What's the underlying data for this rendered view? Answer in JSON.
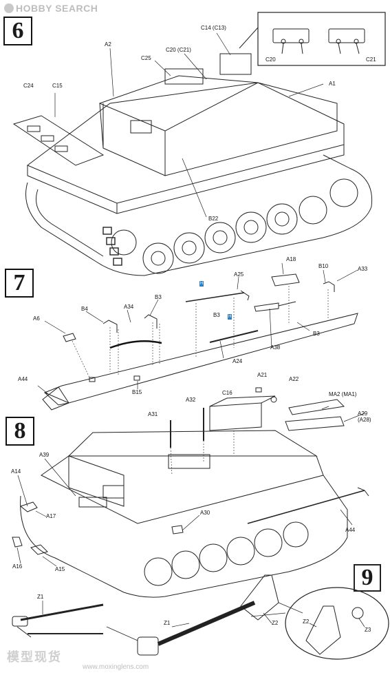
{
  "watermark": {
    "brand": "HOBBY SEARCH",
    "site": "www.moxinglens.com",
    "cn": "模型现货"
  },
  "steps": [
    "6",
    "7",
    "8",
    "9"
  ],
  "paint_codes": {
    "h1": "H",
    "h2": "H"
  },
  "labels_step6": [
    "C14 (C13)",
    "A2",
    "C25",
    "C20 (C21)",
    "C24",
    "C15",
    "A1",
    "C20",
    "C21",
    "B22"
  ],
  "labels_step7": [
    "A18",
    "B10",
    "A33",
    "A25",
    "A6",
    "B4",
    "A34",
    "B3",
    "B3",
    "A38",
    "A24",
    "B3",
    "A44",
    "B15",
    "A21",
    "A22"
  ],
  "labels_step8": [
    "A32",
    "A31",
    "C16",
    "MA2 (MA1)",
    "A29 (A28)",
    "A14",
    "A39",
    "A17",
    "A16",
    "A15",
    "A30",
    "A44"
  ],
  "labels_step9": [
    "Z1",
    "Z1",
    "Z2",
    "Z2",
    "Z3"
  ]
}
